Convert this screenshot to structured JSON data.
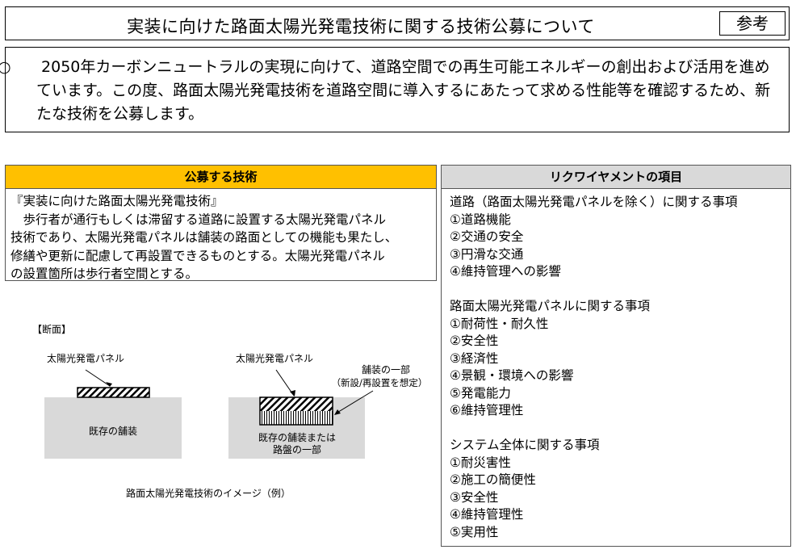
{
  "header": {
    "title": "実装に向けた路面太陽光発電技術に関する技術公募について",
    "badge": "参考"
  },
  "intro": {
    "bullet": "○",
    "text": "2050年カーボンニュートラルの実現に向けて、道路空間での再生可能エネルギーの創出および活用を進めています。この度、路面太陽光発電技術を道路空間に導入するにあたって求める性能等を確認するため、新たな技術を公募します。"
  },
  "left": {
    "header": "公募する技術",
    "lines": [
      "『実装に向けた路面太陽光発電技術』",
      "　歩行者が通行もしくは滞留する道路に設置する太陽光発電パネル",
      "技術であり、太陽光発電パネルは舗装の路面としての機能も果たし、",
      "修繕や更新に配慮して再設置できるものとする。太陽光発電パネル",
      "の設置箇所は歩行者空間とする。"
    ]
  },
  "right": {
    "header": "リクワイヤメントの項目",
    "sections": [
      {
        "title": "道路（路面太陽光発電パネルを除く）に関する事項",
        "items": [
          "①道路機能",
          "②交通の安全",
          "③円滑な交通",
          "④維持管理への影響"
        ]
      },
      {
        "title": "路面太陽光発電パネルに関する事項",
        "items": [
          "①耐荷性・耐久性",
          "②安全性",
          "③経済性",
          "④景観・環境への影響",
          "⑤発電能力",
          "⑥維持管理性"
        ]
      },
      {
        "title": "システム全体に関する事項",
        "items": [
          "①耐災害性",
          "②施工の簡便性",
          "③安全性",
          "④維持管理性",
          "⑤実用性"
        ]
      }
    ]
  },
  "diagram": {
    "section_label": "【断面】",
    "panel_label_left": "太陽光発電パネル",
    "existing_label": "既存の舗装",
    "panel_label_right": "太陽光発電パネル",
    "part_label_1": "舗装の一部",
    "part_label_2": "（新設/再設置を想定）",
    "base_label_1": "既存の舗装または",
    "base_label_2": "路盤の一部",
    "caption": "路面太陽光発電技術のイメージ（例）"
  },
  "colors": {
    "orange": "#FFC000",
    "gray": "#D9D9D9",
    "ground": "#D9D9D9"
  }
}
